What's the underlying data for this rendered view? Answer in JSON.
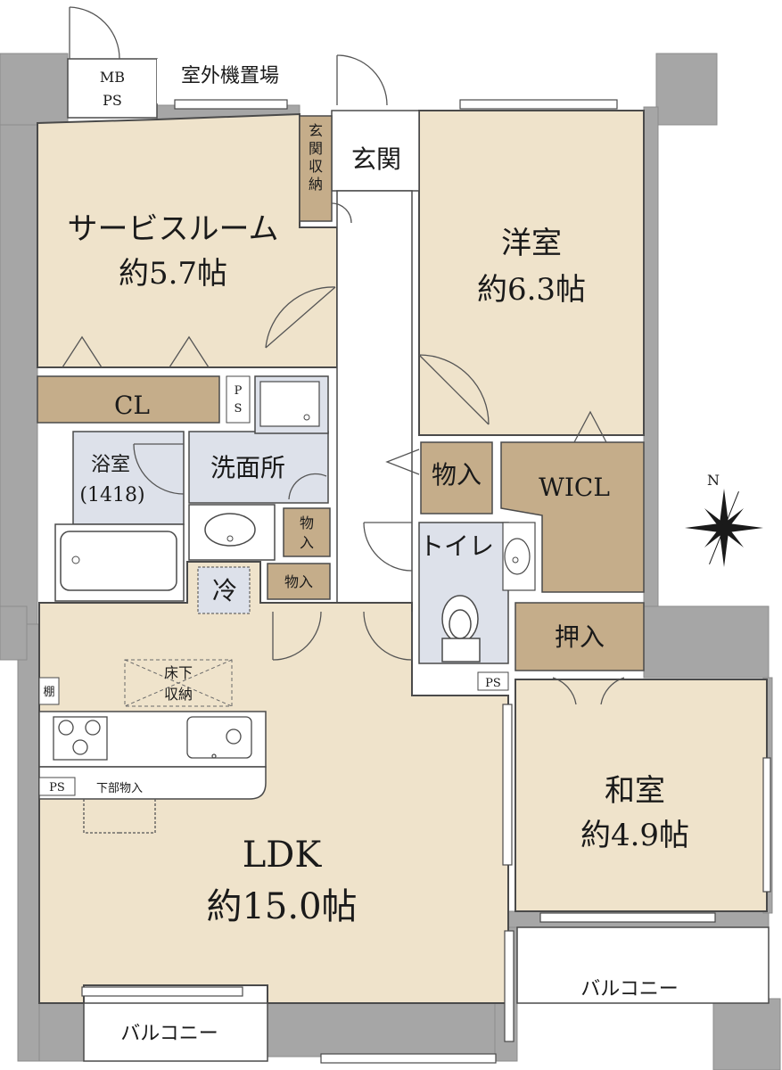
{
  "colors": {
    "wall": "#a6a6a6",
    "room_tan": "#efe3cb",
    "storage": "#c5ad8a",
    "wet_area": "#dde1ea",
    "outline": "#4a4a4a",
    "door": "#555555"
  },
  "labels": {
    "mb": "MB",
    "ps_top": "PS",
    "outdoor_unit": "室外機置場",
    "entrance": "玄関",
    "entrance_storage": [
      "玄",
      "関",
      "収",
      "納"
    ],
    "service_room": "サービスルーム",
    "service_room_size": "約5.7帖",
    "western_room": "洋室",
    "western_room_size": "約6.3帖",
    "cl": "CL",
    "ps_vertical": [
      "P",
      "S"
    ],
    "bathroom": "浴室",
    "bathroom_size": "(1418)",
    "washroom": "洗面所",
    "storage_small": [
      "物",
      "入"
    ],
    "storage_hall": "物入",
    "storage_fridge_side": "物入",
    "wicl": "WICL",
    "toilet": "トイレ",
    "fridge": "冷",
    "underfloor": [
      "床下",
      "収納"
    ],
    "shelf": "棚",
    "ps_kitchen": "PS",
    "lower_storage": "下部物入",
    "ps_toilet": "PS",
    "closet": "押入",
    "japanese_room": "和室",
    "japanese_room_size": "約4.9帖",
    "ldk": "LDK",
    "ldk_size": "約15.0帖",
    "balcony_right": "バルコニー",
    "balcony_bottom": "バルコニー",
    "compass_n": "N"
  }
}
